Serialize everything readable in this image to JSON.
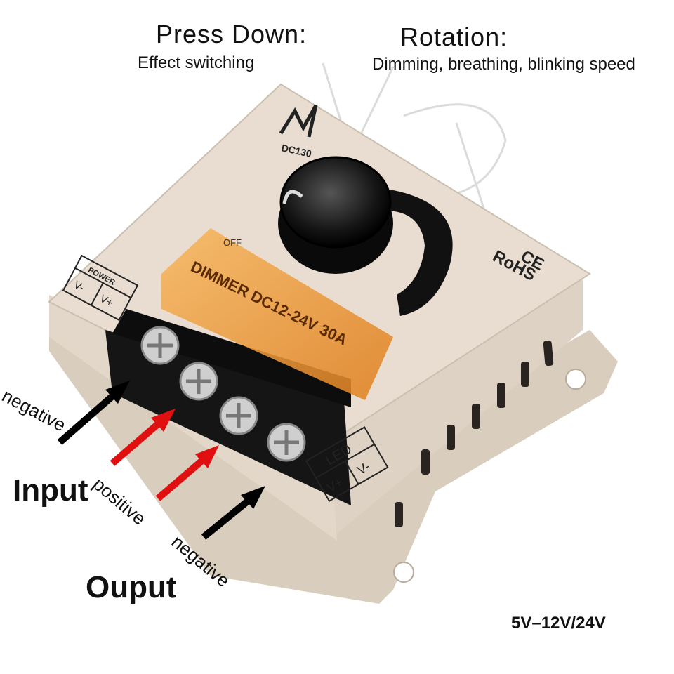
{
  "labels": {
    "press_title": "Press Down:",
    "press_desc": "Effect switching",
    "rotation_title": "Rotation:",
    "rotation_desc": "Dimming, breathing, blinking speed",
    "input": "Input",
    "output": "Ouput",
    "negative_top": "negative",
    "positive": "positive",
    "negative_bottom": "negative",
    "voltage": "5V–12V/24V"
  },
  "device": {
    "brand_model": "DC130",
    "cover_text": "DIMMER DC12-24V 30A",
    "power_block": {
      "title": "POWER",
      "left": "V-",
      "right": "V+"
    },
    "led_block": {
      "title": "LED",
      "left": "V+",
      "right": "V-"
    },
    "cert_ce": "CE",
    "cert_rohs": "RoHS",
    "off_mark": "OFF"
  },
  "colors": {
    "housing": "#e8ddd0",
    "housing_shadow": "#cbbfb0",
    "cover": "#f0a040",
    "terminal": "#151515",
    "arrow_red": "#e01010",
    "arrow_black": "#000000"
  }
}
